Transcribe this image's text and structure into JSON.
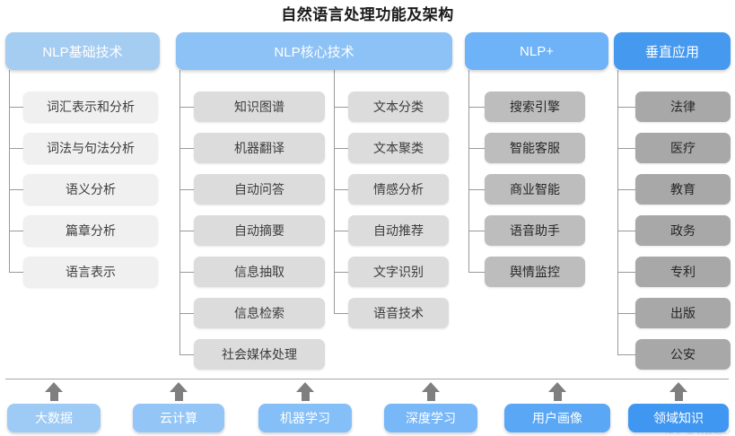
{
  "title": "自然语言处理功能及架构",
  "palette": {
    "header_1": "#a5cdf2",
    "header_2": "#8cc2f5",
    "header_3": "#6eb2f7",
    "header_4": "#459af0",
    "leaf_1": "#f0f0f0",
    "leaf_2": "#dcdcdc",
    "leaf_3": "#bdbdbd",
    "leaf_4": "#a8a8a8",
    "line": "#9a9a9a",
    "arrow": "#7f7f7f",
    "title_color": "#1a1a1a"
  },
  "columns": [
    {
      "header": "NLP基础技术",
      "groups": [
        {
          "items": [
            "词汇表示和分析",
            "词法与句法分析",
            "语义分析",
            "篇章分析",
            "语言表示"
          ]
        }
      ]
    },
    {
      "header": "NLP核心技术",
      "groups": [
        {
          "items": [
            "知识图谱",
            "机器翻译",
            "自动问答",
            "自动摘要",
            "信息抽取",
            "信息检索",
            "社会媒体处理"
          ]
        },
        {
          "items": [
            "文本分类",
            "文本聚类",
            "情感分析",
            "自动推荐",
            "文字识别",
            "语音技术"
          ]
        }
      ]
    },
    {
      "header": "NLP+",
      "groups": [
        {
          "items": [
            "搜索引擎",
            "智能客服",
            "商业智能",
            "语音助手",
            "舆情监控"
          ]
        }
      ]
    },
    {
      "header": "垂直应用",
      "groups": [
        {
          "items": [
            "法律",
            "医疗",
            "教育",
            "政务",
            "专利",
            "出版",
            "公安"
          ]
        }
      ]
    }
  ],
  "foundation": {
    "items": [
      {
        "label": "大数据",
        "color": "#9ecbf5"
      },
      {
        "label": "云计算",
        "color": "#93c6f6"
      },
      {
        "label": "机器学习",
        "color": "#85bff7"
      },
      {
        "label": "深度学习",
        "color": "#79b8f8"
      },
      {
        "label": "用户画像",
        "color": "#5aa8f5"
      },
      {
        "label": "领域知识",
        "color": "#3f97f2"
      }
    ]
  },
  "watermark": "知乎 @机器之心"
}
